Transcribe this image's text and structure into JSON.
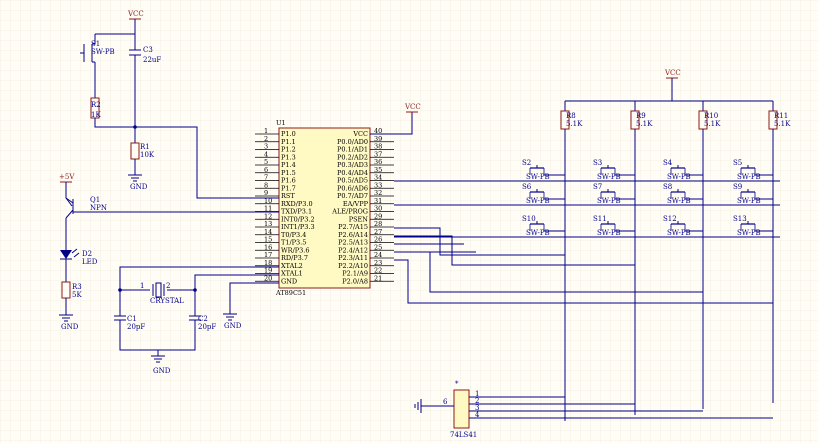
{
  "power": {
    "vcc_label": "VCC",
    "plus5v_label": "+5V",
    "gnd_label": "GND"
  },
  "mcu": {
    "designator": "U1",
    "part": "AT89C51",
    "left_pins": [
      {
        "num": "1",
        "name": "P1.0"
      },
      {
        "num": "2",
        "name": "P1.1"
      },
      {
        "num": "3",
        "name": "P1.2"
      },
      {
        "num": "4",
        "name": "P1.3"
      },
      {
        "num": "5",
        "name": "P1.4"
      },
      {
        "num": "6",
        "name": "P1.5"
      },
      {
        "num": "7",
        "name": "P1.6"
      },
      {
        "num": "8",
        "name": "P1.7"
      },
      {
        "num": "9",
        "name": "RST"
      },
      {
        "num": "10",
        "name": "RXD/P3.0"
      },
      {
        "num": "11",
        "name": "TXD/P3.1"
      },
      {
        "num": "12",
        "name": "INT0/P3.2"
      },
      {
        "num": "13",
        "name": "INT1/P3.3"
      },
      {
        "num": "14",
        "name": "T0/P3.4"
      },
      {
        "num": "15",
        "name": "T1/P3.5"
      },
      {
        "num": "16",
        "name": "WR/P3.6"
      },
      {
        "num": "17",
        "name": "RD/P3.7"
      },
      {
        "num": "18",
        "name": "XTAL2"
      },
      {
        "num": "19",
        "name": "XTAL1"
      },
      {
        "num": "20",
        "name": "GND"
      }
    ],
    "right_pins": [
      {
        "num": "40",
        "name": "VCC"
      },
      {
        "num": "39",
        "name": "P0.0/AD0"
      },
      {
        "num": "38",
        "name": "P0.1/AD1"
      },
      {
        "num": "37",
        "name": "P0.2/AD2"
      },
      {
        "num": "36",
        "name": "P0.3/AD3"
      },
      {
        "num": "35",
        "name": "P0.4/AD4"
      },
      {
        "num": "34",
        "name": "P0.5/AD5"
      },
      {
        "num": "33",
        "name": "P0.6/AD6"
      },
      {
        "num": "32",
        "name": "P0.7/AD7"
      },
      {
        "num": "31",
        "name": "EA/VPP"
      },
      {
        "num": "30",
        "name": "ALE/PROG"
      },
      {
        "num": "29",
        "name": "PSEN"
      },
      {
        "num": "28",
        "name": "P2.7/A15"
      },
      {
        "num": "27",
        "name": "P2.6/A14"
      },
      {
        "num": "26",
        "name": "P2.5/A13"
      },
      {
        "num": "25",
        "name": "P2.4/A12"
      },
      {
        "num": "24",
        "name": "P2.3/A11"
      },
      {
        "num": "23",
        "name": "P2.2/A10"
      },
      {
        "num": "22",
        "name": "P2.1/A9"
      },
      {
        "num": "21",
        "name": "P2.0/A8"
      }
    ]
  },
  "reset": {
    "switch_designator": "S1",
    "switch_value": "SW-PB",
    "cap_designator": "C3",
    "cap_value": "22uF",
    "r2_designator": "R2",
    "r2_value": "1K",
    "r1_designator": "R1",
    "r1_value": "10K"
  },
  "led_driver": {
    "q_designator": "Q1",
    "q_value": "NPN",
    "led_designator": "D2",
    "led_value": "LED",
    "r_designator": "R3",
    "r_value": "5K"
  },
  "oscillator": {
    "crystal_label": "CRYSTAL",
    "pin1": "1",
    "pin2": "2",
    "c1_designator": "C1",
    "c1_value": "20pF",
    "c2_designator": "C2",
    "c2_value": "20pF"
  },
  "pullups": [
    {
      "designator": "R8",
      "value": "5.1K"
    },
    {
      "designator": "R9",
      "value": "5.1K"
    },
    {
      "designator": "R10",
      "value": "5.1K"
    },
    {
      "designator": "R11",
      "value": "5.1K"
    }
  ],
  "keypad": {
    "switch_value": "SW-PB",
    "rows": [
      [
        "S2",
        "S3",
        "S4",
        "S5"
      ],
      [
        "S6",
        "S7",
        "S8",
        "S9"
      ],
      [
        "S10",
        "S11",
        "S12",
        "S13"
      ]
    ]
  },
  "decoder": {
    "part": "74LS41",
    "pin6": "6",
    "pins": [
      "1",
      "2",
      "3",
      "4"
    ]
  }
}
